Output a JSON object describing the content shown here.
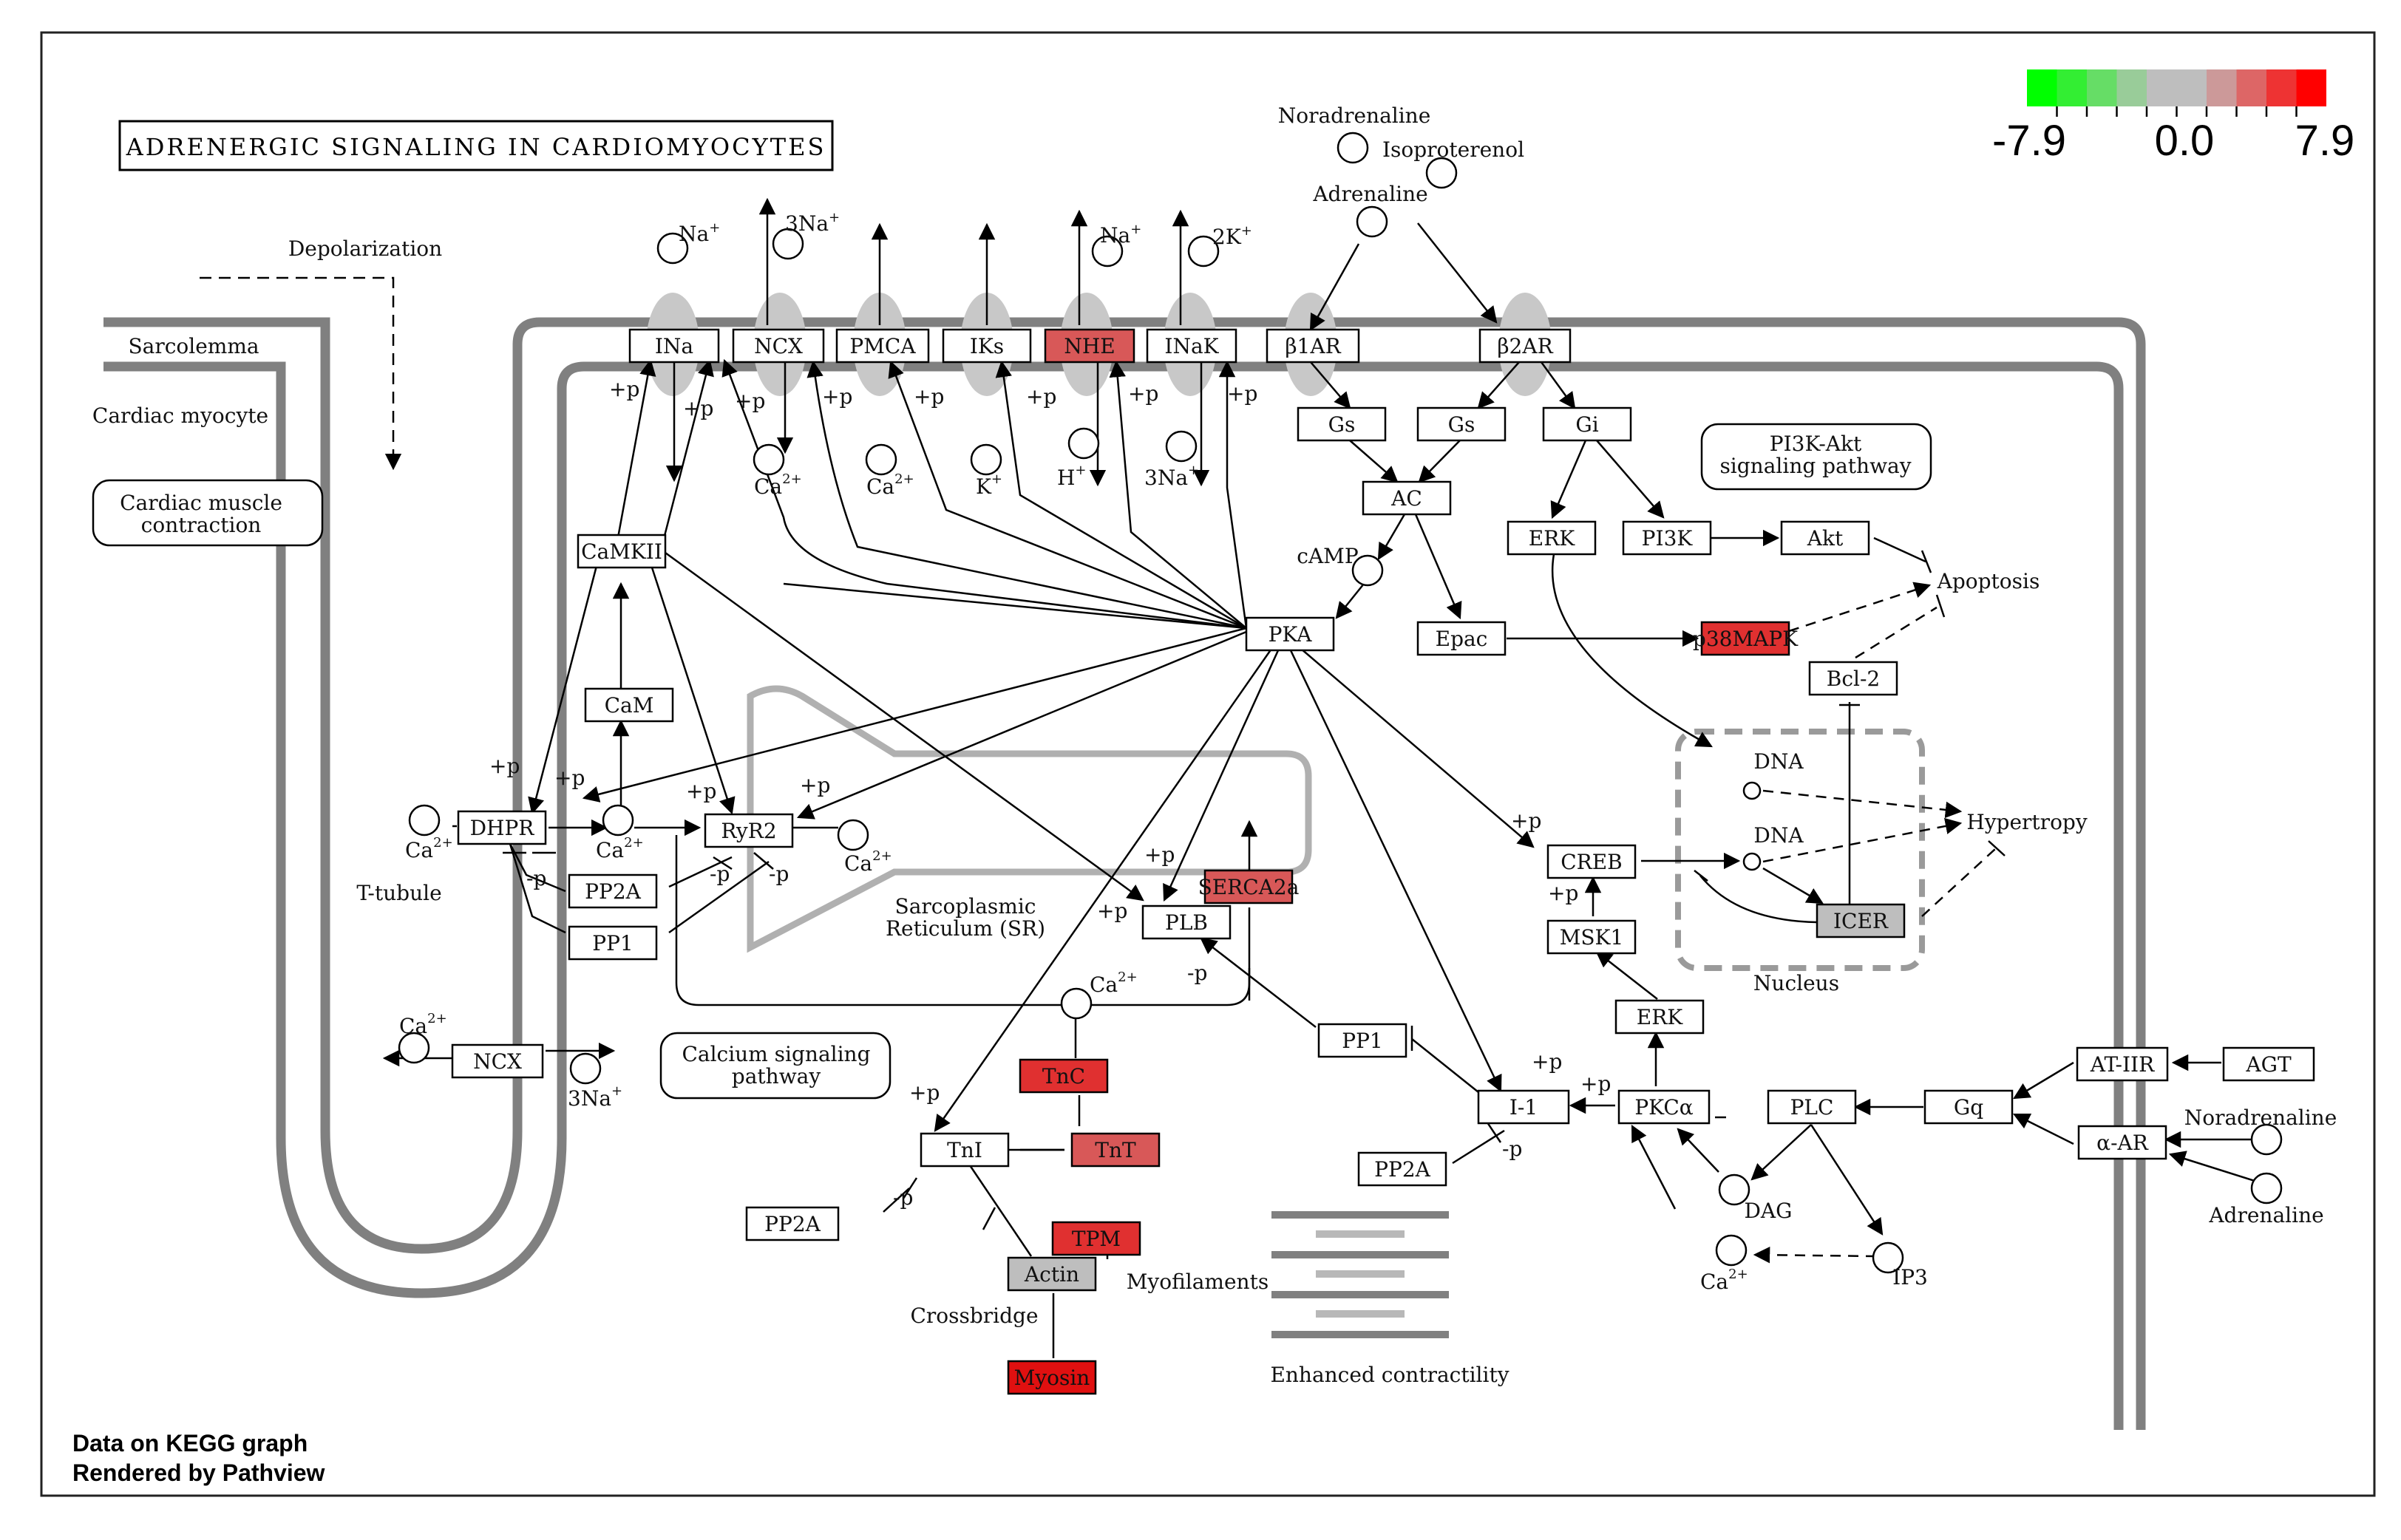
{
  "title": "ADRENERGIC SIGNALING IN CARDIOMYOCYTES",
  "legend": {
    "min_label": "-7.9",
    "mid_label": "0.0",
    "max_label": "7.9",
    "colors": [
      "#00ff00",
      "#33ee33",
      "#66dd66",
      "#99cc99",
      "#bebebe",
      "#bebebe",
      "#cc9999",
      "#dd6666",
      "#ee3333",
      "#ff0000"
    ]
  },
  "footer": {
    "line1": "Data on KEGG graph",
    "line2": "Rendered by Pathview"
  },
  "colors": {
    "up": "#e03030",
    "up_medium": "#d85858",
    "up_strong": "#e01010",
    "neutral": "#bebebe",
    "membrane": "#808080",
    "white": "#ffffff"
  },
  "labels": {
    "depolarization": "Depolarization",
    "sarcolemma": "Sarcolemma",
    "cardiac_myocyte": "Cardiac myocyte",
    "muscle_contraction_1": "Cardiac muscle",
    "muscle_contraction_2": "contraction",
    "t_tubule": "T-tubule",
    "sr_1": "Sarcoplasmic",
    "sr_2": "Reticulum (SR)",
    "calcium_pathway_1": "Calcium signaling",
    "calcium_pathway_2": "pathway",
    "pi3k_pathway_1": "PI3K-Akt",
    "pi3k_pathway_2": "signaling pathway",
    "nucleus": "Nucleus",
    "myofilaments": "Myofilaments",
    "enhanced_contractility": "Enhanced contractility",
    "crossbridge": "Crossbridge",
    "apoptosis": "Apoptosis",
    "hypertropy": "Hypertropy",
    "noradrenaline_top": "Noradrenaline",
    "isoproterenol": "Isoproterenol",
    "adrenaline_top": "Adrenaline",
    "noradrenaline_right": "Noradrenaline",
    "adrenaline_right": "Adrenaline",
    "camp": "cAMP",
    "dag": "DAG",
    "ip3": "IP3",
    "dna_1": "DNA",
    "dna_2": "DNA"
  },
  "ions": {
    "na_1": "Na",
    "na_1_sup": "+",
    "three_na_top": "3Na",
    "three_na_top_sup": "+",
    "na_2": "Na",
    "na_2_sup": "+",
    "two_k": "2K",
    "two_k_sup": "+",
    "ca_pmca_1": "Ca",
    "ca_pmca_1_sup": "2+",
    "ca_pmca_2": "Ca",
    "ca_pmca_2_sup": "2+",
    "k_iks": "K",
    "k_iks_sup": "+",
    "h_nhe": "H",
    "h_nhe_sup": "+",
    "three_na_nak": "3Na",
    "three_na_nak_sup": "+",
    "ca_ttubule": "Ca",
    "ca_ttubule_sup": "2+",
    "ca_dhpr": "Ca",
    "ca_dhpr_sup": "2+",
    "ca_ryr": "Ca",
    "ca_ryr_sup": "2+",
    "ca_sr": "Ca",
    "ca_sr_sup": "2+",
    "ca_ncx_left": "Ca",
    "ca_ncx_left_sup": "2+",
    "three_na_ncx": "3Na",
    "three_na_ncx_sup": "+",
    "ca_pkc": "Ca",
    "ca_pkc_sup": "2+"
  },
  "nodes": {
    "ina": "INa",
    "ncx_top": "NCX",
    "pmca": "PMCA",
    "iks": "IKs",
    "nhe": "NHE",
    "inak": "INaK",
    "b1ar": "β1AR",
    "b2ar": "β2AR",
    "gs_1": "Gs",
    "gs_2": "Gs",
    "gi": "Gi",
    "ac": "AC",
    "erk_1": "ERK",
    "pi3k": "PI3K",
    "akt": "Akt",
    "camkii": "CaMKII",
    "pka": "PKA",
    "epac": "Epac",
    "p38mapk": "p38MAPK",
    "bcl2": "Bcl-2",
    "cam": "CaM",
    "dhpr": "DHPR",
    "ryr2": "RyR2",
    "pp2a_1": "PP2A",
    "pp1_1": "PP1",
    "serca2a": "SERCA2a",
    "plb": "PLB",
    "creb": "CREB",
    "msk1": "MSK1",
    "icer": "ICER",
    "erk_2": "ERK",
    "ncx_left": "NCX",
    "pp1_2": "PP1",
    "i1": "I-1",
    "pkca": "PKCα",
    "plc": "PLC",
    "gq": "Gq",
    "at_iir": "AT-IIR",
    "agt": "AGT",
    "a_ar": "α-AR",
    "tnc": "TnC",
    "tni": "TnI",
    "tnt": "TnT",
    "pp2a_2": "PP2A",
    "pp2a_3": "PP2A",
    "tpm": "TPM",
    "actin": "Actin",
    "myosin": "Myosin"
  },
  "edge_labels": {
    "p_plus": "+p",
    "p_minus": "-p"
  }
}
